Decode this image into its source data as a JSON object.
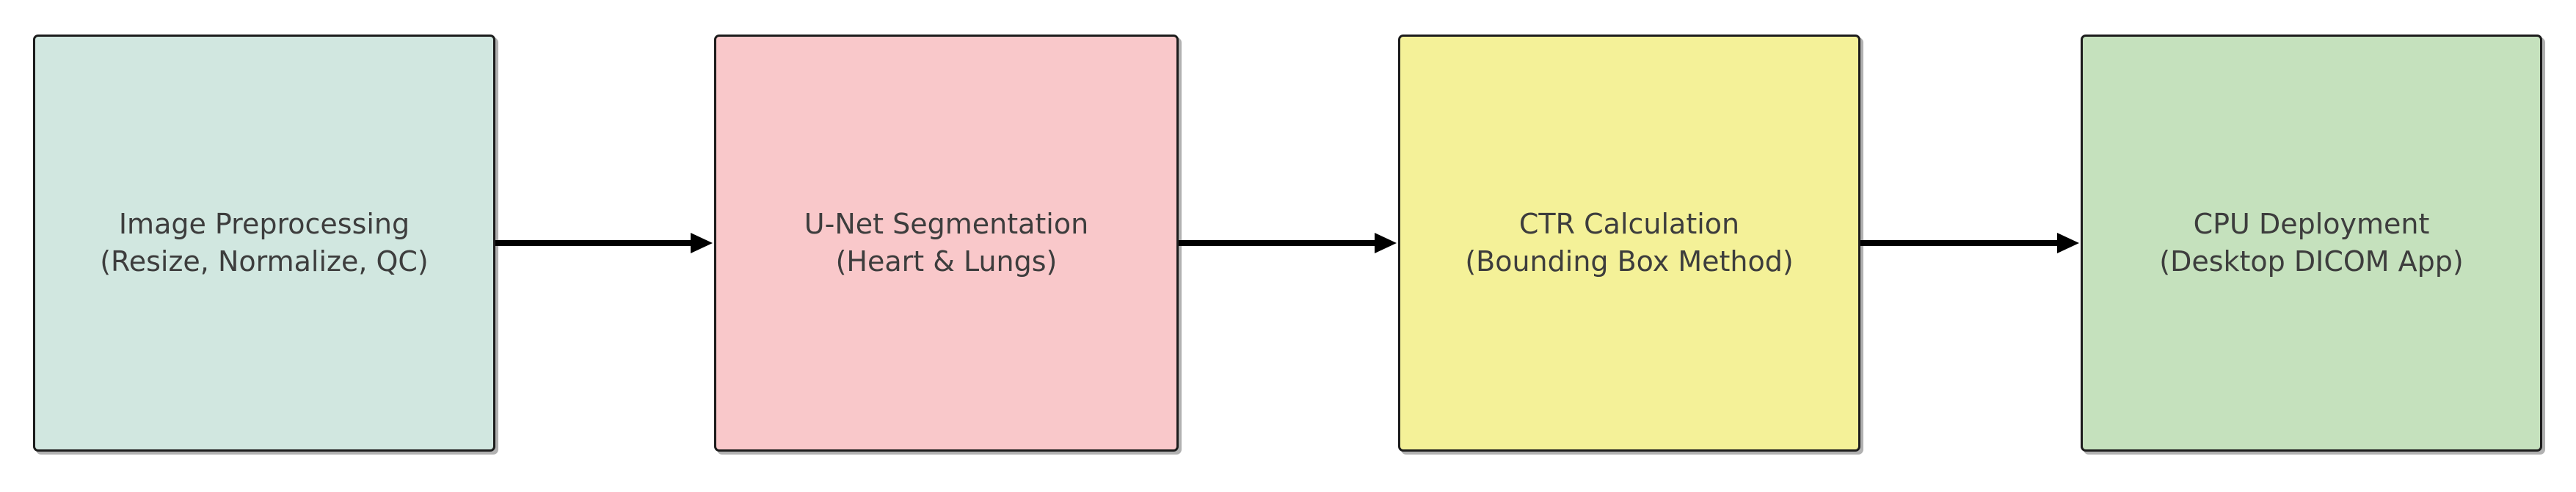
{
  "diagram": {
    "type": "flowchart",
    "direction": "left-to-right",
    "background": "#ffffff",
    "border_color": "#1c1c1c",
    "arrow_color": "#000000",
    "text_color": "#3d3d3d",
    "nodes": [
      {
        "id": "image-preprocessing",
        "title": "Image Preprocessing",
        "subtitle": "(Resize, Normalize, QC)",
        "fill": "#d1e7e0"
      },
      {
        "id": "unet-segmentation",
        "title": "U-Net Segmentation",
        "subtitle": "(Heart & Lungs)",
        "fill": "#f9c8ca"
      },
      {
        "id": "ctr-calculation",
        "title": "CTR Calculation",
        "subtitle": "(Bounding Box Method)",
        "fill": "#f4f198"
      },
      {
        "id": "cpu-deployment",
        "title": "CPU Deployment",
        "subtitle": "(Desktop DICOM App)",
        "fill": "#c5e1bd"
      }
    ],
    "edges": [
      {
        "from": "image-preprocessing",
        "to": "unet-segmentation"
      },
      {
        "from": "unet-segmentation",
        "to": "ctr-calculation"
      },
      {
        "from": "ctr-calculation",
        "to": "cpu-deployment"
      }
    ]
  }
}
